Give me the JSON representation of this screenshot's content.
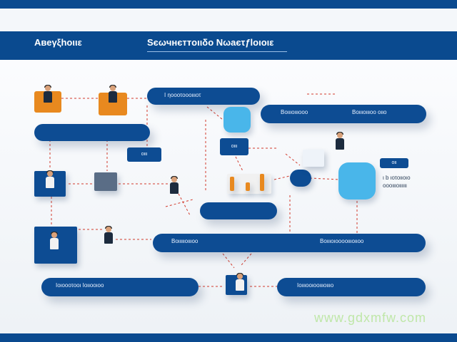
{
  "header": {
    "title_left": "Aвеγξhοιιε",
    "title_center": "Sєωчнєттοιιδο Nωaєτƒlοιοιε"
  },
  "pills": {
    "p1": "Ι ηοοοτοοοιιιοτ",
    "p2a": "Βοιιιοιιιοοο",
    "p2b": "Βοιιιοιιιοο οιιο",
    "p3a": "Βοιιιιιοιιιοο",
    "p3b": "Βοιιιοιοοοοιιιοιιοο",
    "p4a": "Ιοιοοοτοοι Ιοιιοοιοο",
    "p4b": "Ιοιιιοοιοοιιιοιιιο"
  },
  "badges": {
    "b1": "οιιι",
    "b2": "οιιι",
    "b3": "οιι"
  },
  "right_text": {
    "line1": "ι b ιοτοιιοιο",
    "line2": "οοοιιιοιιιιιι"
  },
  "watermark": "www.gdxmfw.com",
  "colors": {
    "primary": "#0a4a8f",
    "accent_cyan": "#49b6ea",
    "accent_orange": "#e8891f",
    "connector": "#d23a2c"
  }
}
